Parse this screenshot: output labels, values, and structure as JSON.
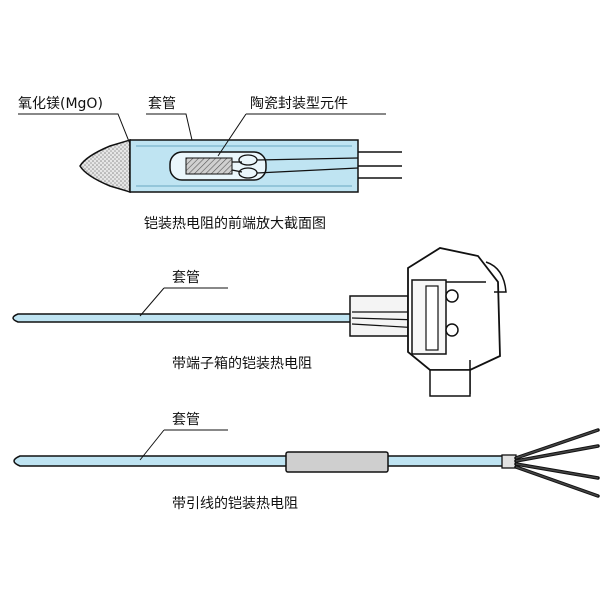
{
  "section1": {
    "label_mgo": "氧化镁(MgO)",
    "label_sheath": "套管",
    "label_element": "陶瓷封装型元件",
    "caption": "铠装热电阻的前端放大截面图"
  },
  "section2": {
    "label_sheath": "套管",
    "caption": "带端子箱的铠装热电阻"
  },
  "section3": {
    "label_sheath": "套管",
    "caption": "带引线的铠装热电阻"
  },
  "colors": {
    "sheath_fill": "#bfe4f2",
    "outline": "#111111",
    "sleeve": "#cfcfcf",
    "mgo_tip": "#d9d9d9"
  }
}
